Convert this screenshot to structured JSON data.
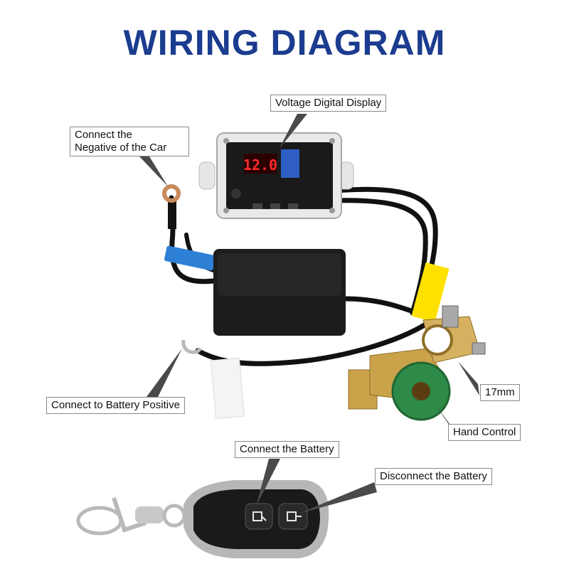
{
  "title": "WIRING DIAGRAM",
  "colors": {
    "title": "#1b3c8f",
    "label_border": "#8a8a8a",
    "pointer": "#4a4a4a",
    "cable": "#111111",
    "module_case": "#1c1c1c",
    "display_digits": "#ff2a2a",
    "relay": "#2f5fc4",
    "blue_tape": "#2e7fd6",
    "yellow_tag": "#ffe100",
    "brass": "#c9a24a",
    "knob_green": "#2e8a48",
    "remote_body": "#1a1a1a",
    "remote_trim": "#b7b7b7"
  },
  "display": {
    "reading": "12.0"
  },
  "labels": {
    "voltage_display": "Voltage Digital Display",
    "negative_line1": "Connect the",
    "negative_line2": "Negative of the Car",
    "battery_positive": "Connect to Battery Positive",
    "size": "17mm",
    "hand_control": "Hand Control",
    "connect_battery": "Connect the Battery",
    "disconnect_battery": "Disconnect the Battery"
  },
  "icons": {
    "connect": "lock-closed-icon",
    "disconnect": "lock-open-icon"
  }
}
